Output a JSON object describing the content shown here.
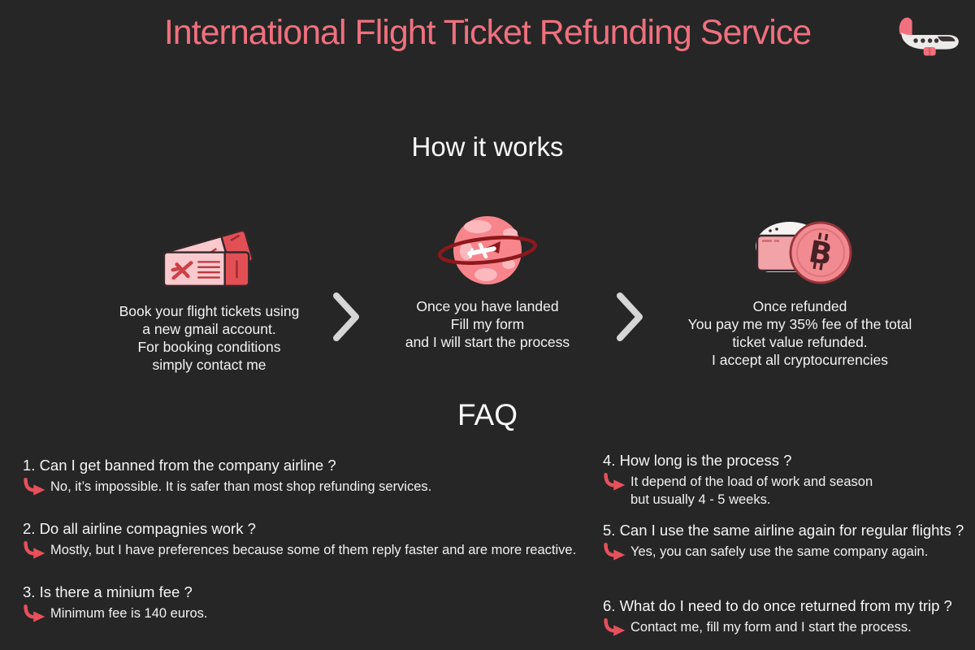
{
  "page": {
    "title": "International Flight Ticket Refunding Service"
  },
  "colors": {
    "background": "#262626",
    "accent_pink": "#f0707e",
    "arrow_red": "#e8505b",
    "chevron_gray": "#d6d6d6",
    "icon_light_pink": "#f9c9cd",
    "icon_red": "#e25055"
  },
  "how_it_works": {
    "heading": "How it works",
    "steps": [
      {
        "icon": "tickets-icon",
        "lines": [
          "Book your flight tickets using",
          "a new gmail account.",
          "For booking conditions",
          "simply contact me"
        ]
      },
      {
        "icon": "globe-plane-icon",
        "lines": [
          "Once you have landed",
          "Fill my form",
          "and I will start the process"
        ]
      },
      {
        "icon": "wallet-bitcoin-icon",
        "lines": [
          "Once refunded",
          "You pay me my 35% fee of the total",
          "ticket value refunded.",
          "I accept all cryptocurrencies"
        ]
      }
    ]
  },
  "faq": {
    "heading": "FAQ",
    "items": [
      {
        "question": "1. Can I get banned from the company airline ?",
        "answer_lines": [
          "No, it’s impossible. It is safer than most shop refunding services."
        ]
      },
      {
        "question": "2. Do all airline compagnies work ?",
        "answer_lines": [
          "Mostly, but I have preferences because some of them reply faster and are more reactive."
        ]
      },
      {
        "question": "3. Is there a minium fee ?",
        "answer_lines": [
          "Minimum fee is 140 euros."
        ]
      },
      {
        "question": "4. How long is the process ?",
        "answer_lines": [
          "It depend of the load of work and season",
          "but usually 4 - 5 weeks."
        ]
      },
      {
        "question": "5. Can I use the same airline again for regular flights ?",
        "answer_lines": [
          "Yes, you can safely use the same company again."
        ]
      },
      {
        "question": "6. What do I need to do once returned from my trip ?",
        "answer_lines": [
          "Contact me, fill my form and I start the process."
        ]
      }
    ]
  }
}
